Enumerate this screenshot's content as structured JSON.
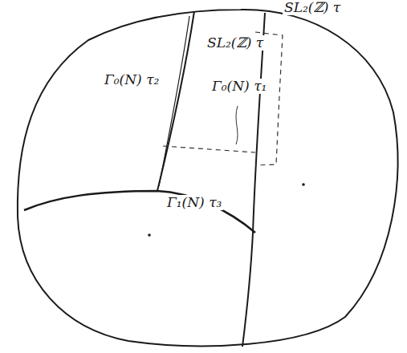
{
  "diagram": {
    "labels": [
      "SL₂(ℤ) τ",
      "SL₂(ℤ) τ",
      "Γ₀(N) τ₂",
      "Γ₀(N) τ₁",
      "Γ₁(N) τ₃"
    ]
  }
}
